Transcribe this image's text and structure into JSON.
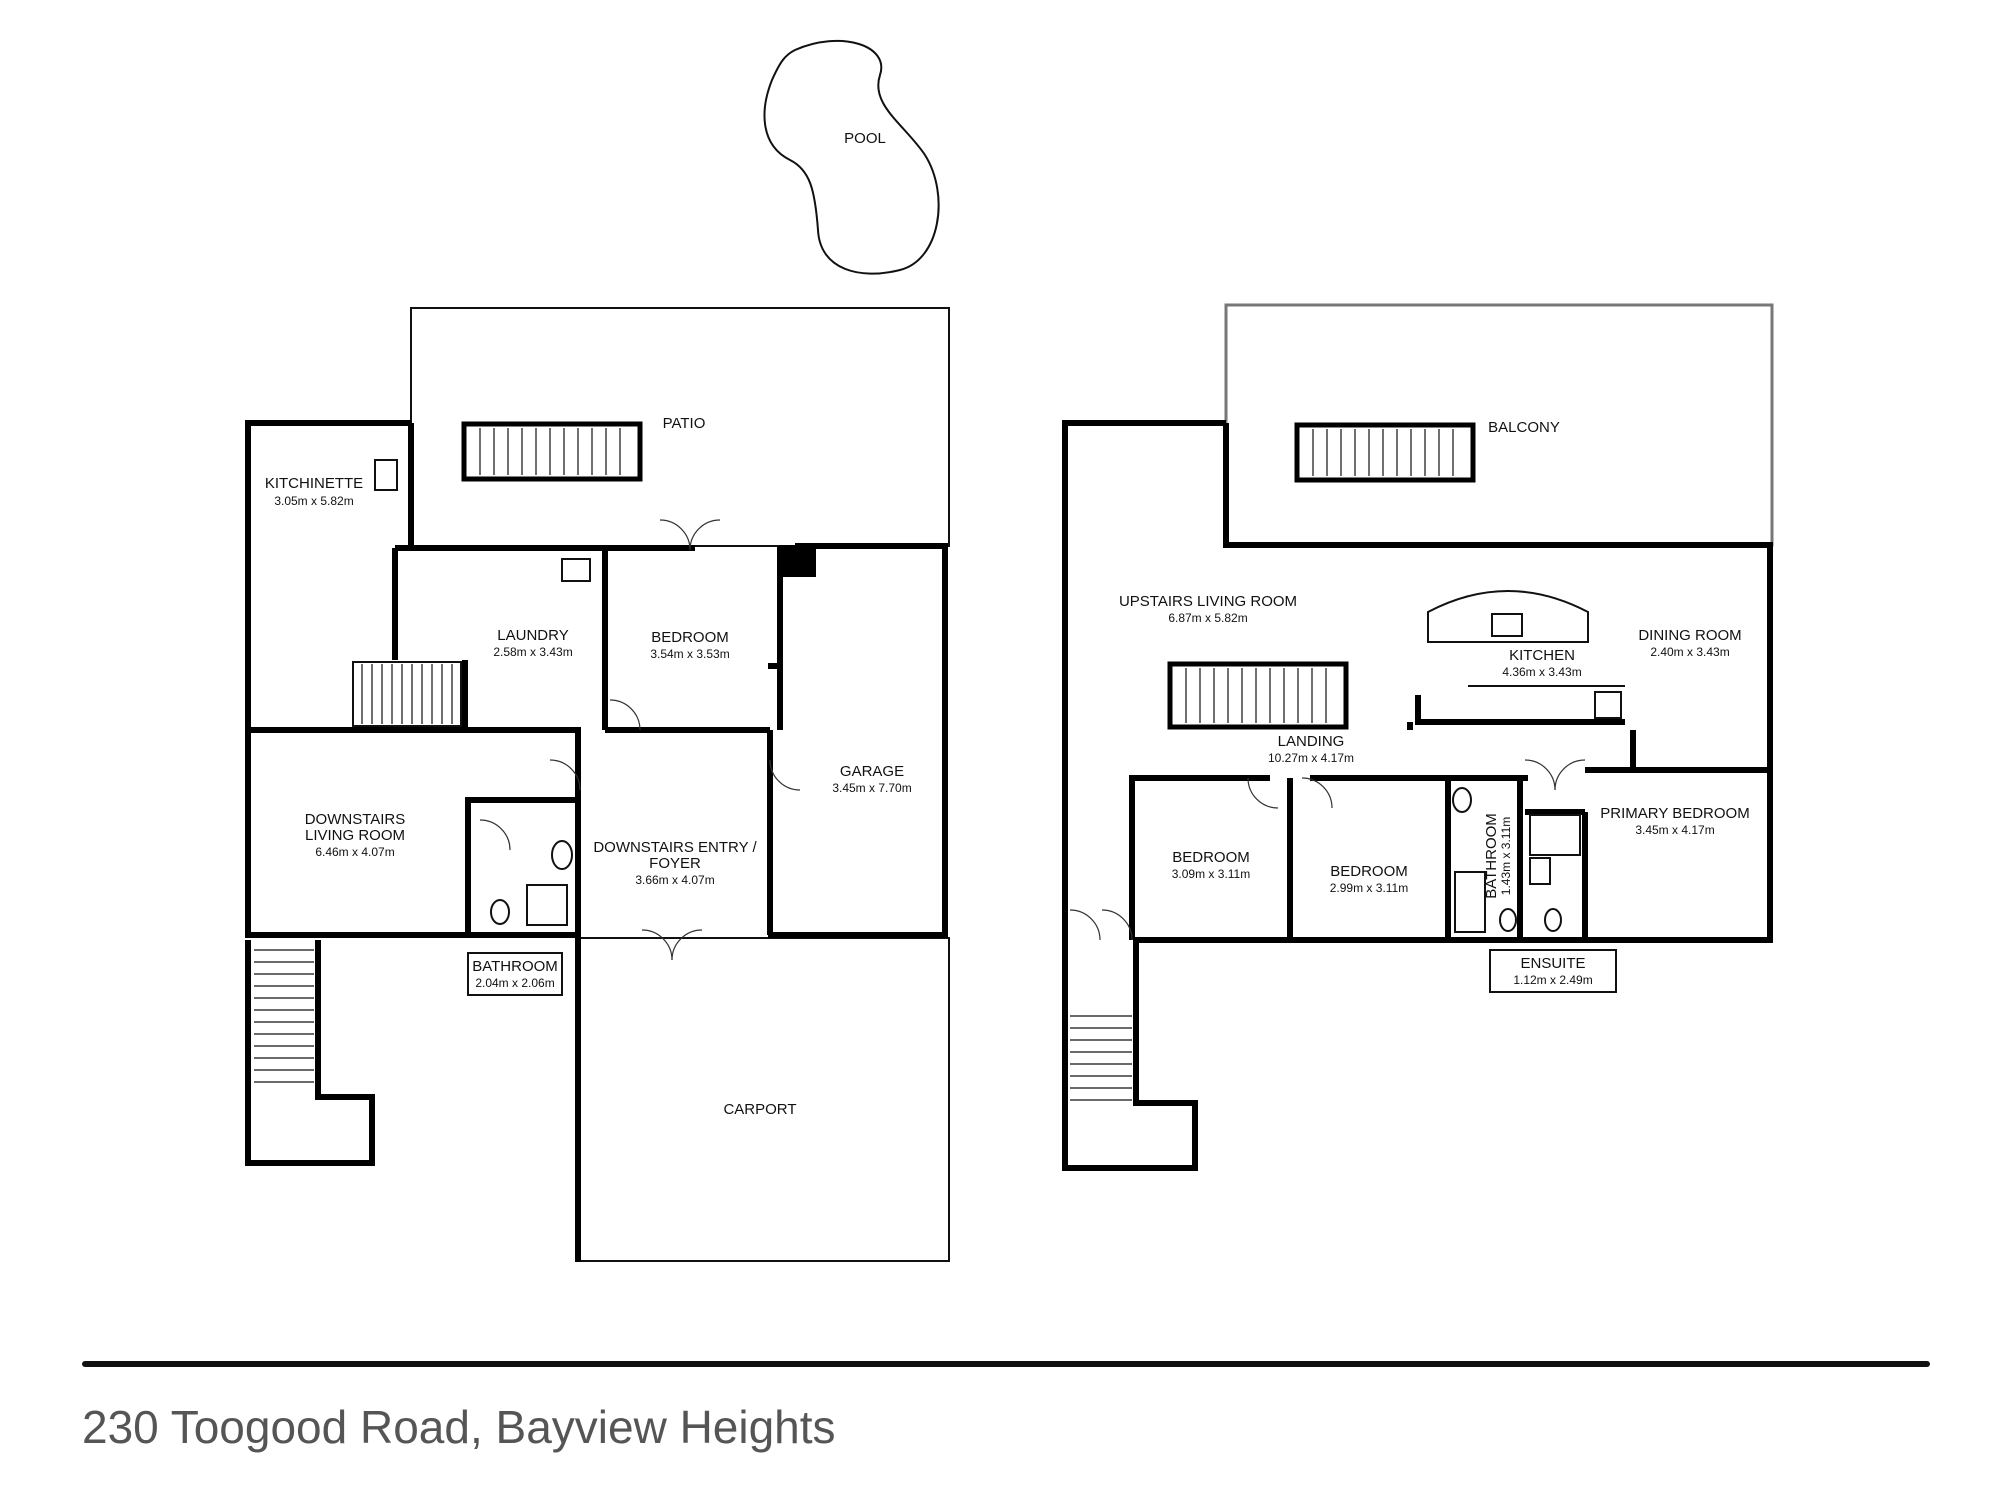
{
  "title": "230 Toogood Road, Bayview Heights",
  "ground_floor": {
    "pool": "POOL",
    "patio": "PATIO",
    "kitchinette": {
      "name": "KITCHINETTE",
      "size": "3.05m x 5.82m"
    },
    "laundry": {
      "name": "LAUNDRY",
      "size": "2.58m x 3.43m"
    },
    "bedroom": {
      "name": "BEDROOM",
      "size": "3.54m x 3.53m"
    },
    "garage": {
      "name": "GARAGE",
      "size": "3.45m x 7.70m"
    },
    "living": {
      "name1": "DOWNSTAIRS",
      "name2": "LIVING ROOM",
      "size": "6.46m x 4.07m"
    },
    "entry": {
      "name1": "DOWNSTAIRS ENTRY /",
      "name2": "FOYER",
      "size": "3.66m x 4.07m"
    },
    "bathroom": {
      "name": "BATHROOM",
      "size": "2.04m x 2.06m"
    },
    "carport": "CARPORT"
  },
  "upper_floor": {
    "balcony": "BALCONY",
    "living": {
      "name": "UPSTAIRS LIVING ROOM",
      "size": "6.87m x 5.82m"
    },
    "kitchen": {
      "name": "KITCHEN",
      "size": "4.36m x 3.43m"
    },
    "dining": {
      "name": "DINING ROOM",
      "size": "2.40m x 3.43m"
    },
    "landing": {
      "name": "LANDING",
      "size": "10.27m x 4.17m"
    },
    "bedroom1": {
      "name": "BEDROOM",
      "size": "3.09m x 3.11m"
    },
    "bedroom2": {
      "name": "BEDROOM",
      "size": "2.99m x 3.11m"
    },
    "bathroom": {
      "name": "BATHROOM",
      "size": "1.43m x 3.11m"
    },
    "primary": {
      "name": "PRIMARY BEDROOM",
      "size": "3.45m x 4.17m"
    },
    "ensuite": {
      "name": "ENSUITE",
      "size": "1.12m x 2.49m"
    }
  }
}
